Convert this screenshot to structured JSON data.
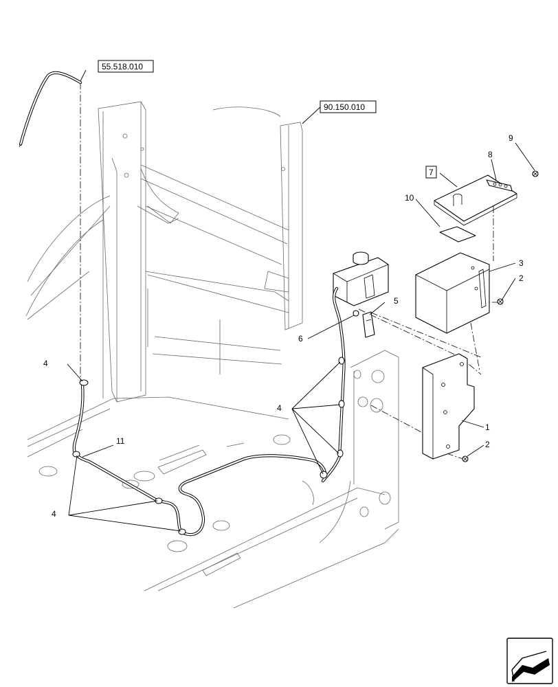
{
  "references": {
    "ref_top_left": "55.518.010",
    "ref_top_mid": "90.150.010",
    "ref_bracket": "7"
  },
  "callouts": {
    "c1": "1",
    "c2a": "2",
    "c2b": "2",
    "c3": "3",
    "c4_top": "4",
    "c4_mid": "4",
    "c4_bottom": "4",
    "c5": "5",
    "c6": "6",
    "c8": "8",
    "c9": "9",
    "c10": "10",
    "c11": "11"
  },
  "icons": {
    "nav": "previous-page-arrow-icon"
  }
}
